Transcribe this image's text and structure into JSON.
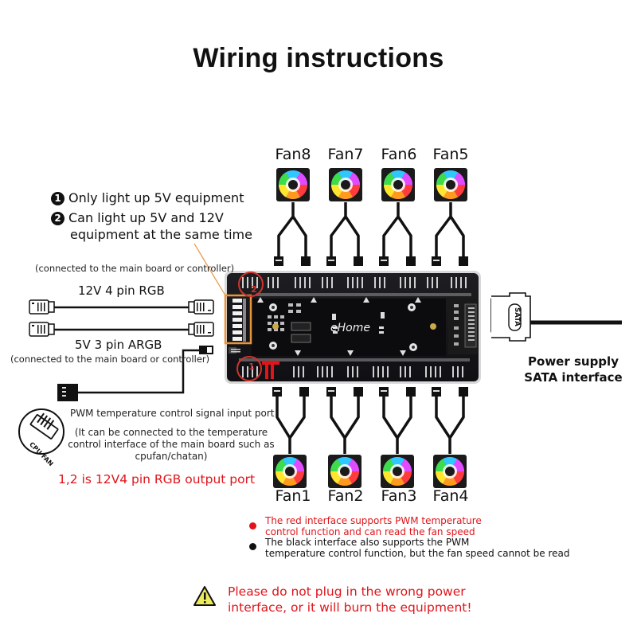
{
  "title": "Wiring instructions",
  "fans_top": [
    {
      "label": "Fan8"
    },
    {
      "label": "Fan7"
    },
    {
      "label": "Fan6"
    },
    {
      "label": "Fan5"
    }
  ],
  "fans_bottom": [
    {
      "label": "Fan1"
    },
    {
      "label": "Fan2"
    },
    {
      "label": "Fan3"
    },
    {
      "label": "Fan4"
    }
  ],
  "notes": {
    "note1_badge": "1",
    "note1": "Only light up 5V equipment",
    "note2_badge": "2",
    "note2_line1": "Can light up 5V and 12V",
    "note2_line2": "equipment at the same time"
  },
  "rgb": {
    "connected_top": "(connected to the main board or controller)",
    "label_12v": "12V 4 pin RGB",
    "label_5v": "5V 3 pin ARGB",
    "connected_bottom": "(connected to the main board or controller)"
  },
  "hub": {
    "brand": "eHome",
    "port_marker_1": "1",
    "port_marker_2": "2"
  },
  "sata": {
    "connector_label": "SATA",
    "caption_line1": "Power supply",
    "caption_line2": "SATA interface"
  },
  "pwm": {
    "icon_text": "CPU FAN",
    "title": "PWM temperature control signal input port",
    "desc_line1": "(It can be connected to the temperature",
    "desc_line2": "control interface of the main board such as",
    "desc_line3": "cpufan/chatan)"
  },
  "rgb_output_note": "1,2 is 12V4 pin RGB output port",
  "legend": {
    "red_color": "#e0141a",
    "black_color": "#111111",
    "red_line1": "The red interface supports PWM temperature",
    "red_line2": "control function and can read the fan speed",
    "black_line1": "The black interface also supports the PWM",
    "black_line2": "temperature control function, but the fan speed cannot be read"
  },
  "warning": {
    "icon": "warning-triangle-icon",
    "line1": "Please do not plug in the wrong power",
    "line2": "interface, or it will burn the equipment!"
  }
}
